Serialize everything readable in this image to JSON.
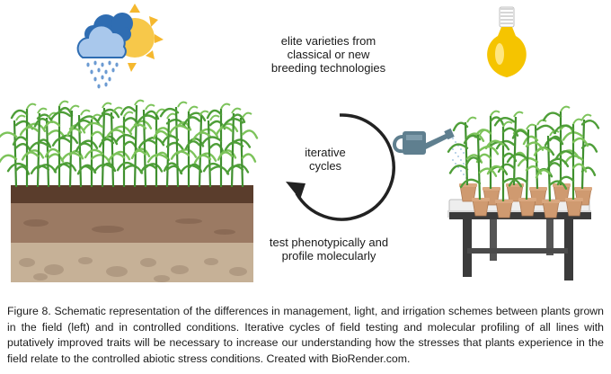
{
  "labels": {
    "top": "elite varieties from classical or new breeding technologies",
    "middle": "iterative cycles",
    "bottom": "test phenotypically and profile molecularly"
  },
  "caption": "Figure 8. Schematic representation of the differences in management, light, and irrigation schemes between plants grown in the field (left) and in controlled conditions. Iterative cycles of field testing and molecular profiling of all lines with putatively improved traits will be necessary to increase our understanding how the stresses that plants experience in the field relate to the controlled abiotic stress conditions. Created with BioRender.com.",
  "colors": {
    "plant_dark": "#3f8f2e",
    "plant_light": "#7cc35a",
    "soil_top": "#6b4a36",
    "soil_mid": "#a6836a",
    "soil_deep": "#c9b49a",
    "pot": "#cf9a70",
    "table": "#3b3b3b",
    "tray": "#e6e6e6",
    "sun": "#f7c84a",
    "cloud_front": "#a9c8ec",
    "cloud_back": "#2f6db2",
    "rain": "#6c9bd2",
    "bulb": "#f5c400",
    "can": "#5f7f8f",
    "arrow": "#222222"
  },
  "icons": [
    "sun-icon",
    "cloud-icon",
    "rain-icon",
    "light-bulb-icon",
    "watering-can-icon",
    "cycle-arrow-icon"
  ]
}
